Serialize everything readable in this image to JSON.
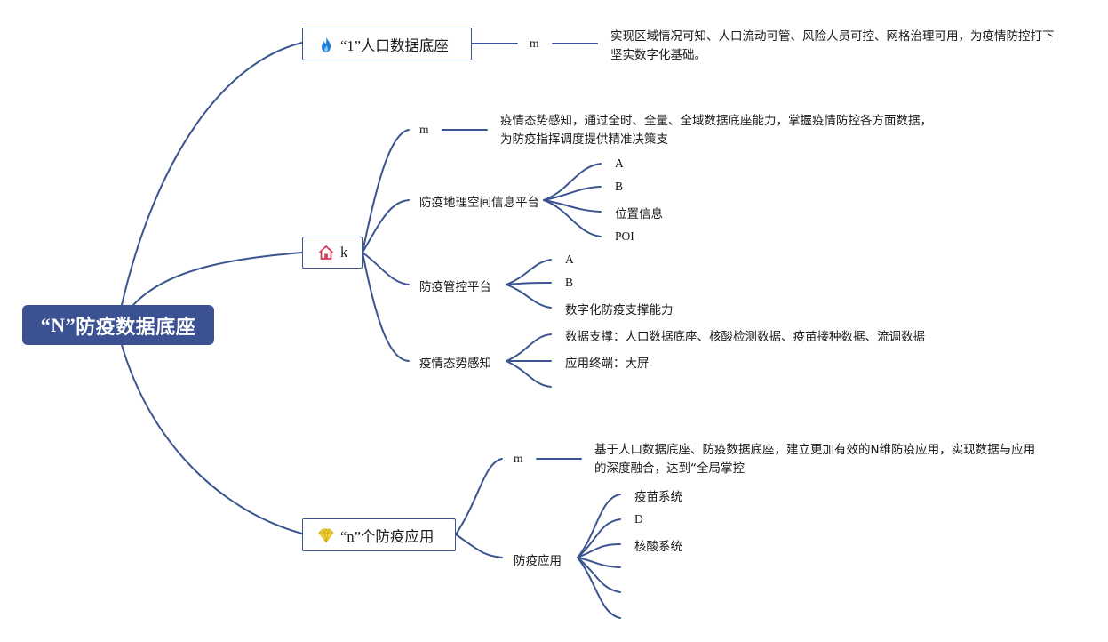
{
  "root": {
    "label_q": "“N”",
    "label_rest": "防疫数据底座"
  },
  "branches": [
    {
      "label": "“1”人口数据底座",
      "icon": "fire-icon",
      "children": [
        {
          "label": "m",
          "note": "实现区域情况可知、人口流动可管、风险人员可控、网格治理可用，为疫情防控打下坚实数字化基础。"
        }
      ]
    },
    {
      "label": "k",
      "icon": "home-icon",
      "children": [
        {
          "label": "m",
          "note": "疫情态势感知，通过全时、全量、全域数据底座能力，掌握疫情防控各方面数据，为防疫指挥调度提供精准决策支"
        },
        {
          "label": "防疫地理空间信息平台",
          "children": [
            "A",
            "B",
            "位置信息",
            "POI"
          ]
        },
        {
          "label": "防疫管控平台",
          "children": [
            "A",
            "B",
            "数字化防疫支撑能力"
          ]
        },
        {
          "label": "疫情态势感知",
          "children": [
            "数据支撑：人口数据底座、核酸检测数据、疫苗接种数据、流调数据",
            "应用终端：大屏",
            ""
          ]
        }
      ]
    },
    {
      "label": "“n”个防疫应用",
      "icon": "diamond-icon",
      "children": [
        {
          "label": "m",
          "note": "基于人口数据底座、防疫数据底座，建立更加有效的N维防疫应用，实现数据与应用的深度融合，达到“全局掌控"
        },
        {
          "label": "防疫应用",
          "children": [
            "疫苗系统",
            "D",
            "核酸系统",
            "",
            "",
            ""
          ]
        }
      ]
    }
  ],
  "colors": {
    "line": "#3c5590",
    "root_fill": "#3b5191",
    "root_text": "#ffffff",
    "fire": "#1f7fd6",
    "home": "#d23b5c",
    "diamond": "#f2d43b"
  }
}
